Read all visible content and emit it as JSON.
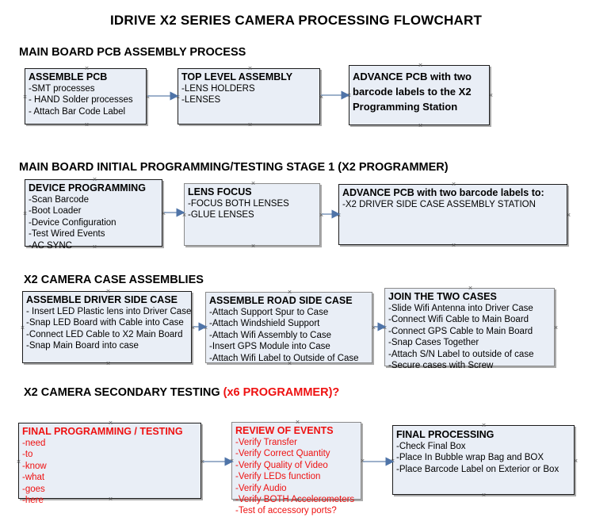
{
  "title": "IDRIVE X2  SERIES CAMERA PROCESSING FLOWCHART",
  "sections": [
    {
      "header": "MAIN BOARD PCB ASSEMBLY PROCESS",
      "header_red": "",
      "boxes": [
        {
          "title": "ASSEMBLE PCB",
          "lines": [
            "-SMT processes",
            "- HAND Solder processes",
            "- Attach Bar Code Label"
          ]
        },
        {
          "title": "TOP LEVEL ASSEMBLY",
          "lines": [
            "-LENS HOLDERS",
            "-LENSES"
          ]
        },
        {
          "title": "ADVANCE PCB with two barcode labels to the  X2 Programming Station",
          "lines": []
        }
      ]
    },
    {
      "header": "MAIN BOARD INITIAL PROGRAMMING/TESTING STAGE 1 (X2 PROGRAMMER)",
      "header_red": "",
      "boxes": [
        {
          "title": "DEVICE PROGRAMMING",
          "lines": [
            "-Scan Barcode",
            "-Boot Loader",
            "-Device Configuration",
            "-Test Wired Events",
            "-AC SYNC"
          ]
        },
        {
          "title": "LENS FOCUS",
          "lines": [
            "-FOCUS BOTH LENSES",
            "-GLUE LENSES"
          ]
        },
        {
          "title": "ADVANCE PCB with two barcode labels to:",
          "lines": [
            "-X2 DRIVER  SIDE  CASE  ASSEMBLY STATION"
          ]
        }
      ]
    },
    {
      "header": "X2 CAMERA CASE ASSEMBLIES",
      "header_red": "",
      "boxes": [
        {
          "title": "ASSEMBLE DRIVER SIDE CASE",
          "lines": [
            "- Insert LED Plastic lens into Driver Case",
            "-Snap LED Board with Cable into Case",
            "-Connect LED Cable to X2 Main Board",
            "-Snap Main Board into case"
          ]
        },
        {
          "title": "ASSEMBLE ROAD SIDE CASE",
          "lines": [
            "-Attach Support Spur to Case",
            "-Attach Windshield Support",
            "-Attach Wifi Assembly to Case",
            "-Insert GPS Module into Case",
            "-Attach Wifi Label to Outside of Case"
          ]
        },
        {
          "title": "JOIN THE TWO CASES",
          "lines": [
            "-Slide Wifi Antenna into Driver Case",
            "-Connect Wifi Cable to Main Board",
            "-Connect GPS Cable to Main Board",
            "-Snap Cases Together",
            "-Attach S/N Label to outside of case",
            "-Secure cases with Screw"
          ]
        }
      ]
    },
    {
      "header": "X2 CAMERA SECONDARY TESTING ",
      "header_red": "(x6 PROGRAMMER)?",
      "boxes": [
        {
          "title": "FINAL PROGRAMMING / TESTING",
          "lines": [
            "-need",
            "-to",
            "-know",
            "-what",
            "-goes",
            "-here"
          ]
        },
        {
          "title": "REVIEW OF EVENTS",
          "lines": [
            "-Verify Transfer",
            "-Verify Correct Quantity",
            "-Verify Quality of Video",
            "-Verify LEDs function",
            "-Verify Audio",
            "-Verify BOTH Accelerometers",
            "-Test of accessory ports?"
          ]
        },
        {
          "title": "FINAL PROCESSING",
          "lines": [
            " -Check Final Box",
            "-Place In Bubble wrap Bag and BOX",
            "-Place Barcode Label on Exterior or Box"
          ]
        }
      ]
    }
  ],
  "colors": {
    "box_fill": "#e9eef6",
    "box_border": "#1b1b1b",
    "box_border_gray": "#8a8a8a",
    "arrow": "#7a93b5",
    "red_text": "#ee1111",
    "black_text": "#000000"
  }
}
